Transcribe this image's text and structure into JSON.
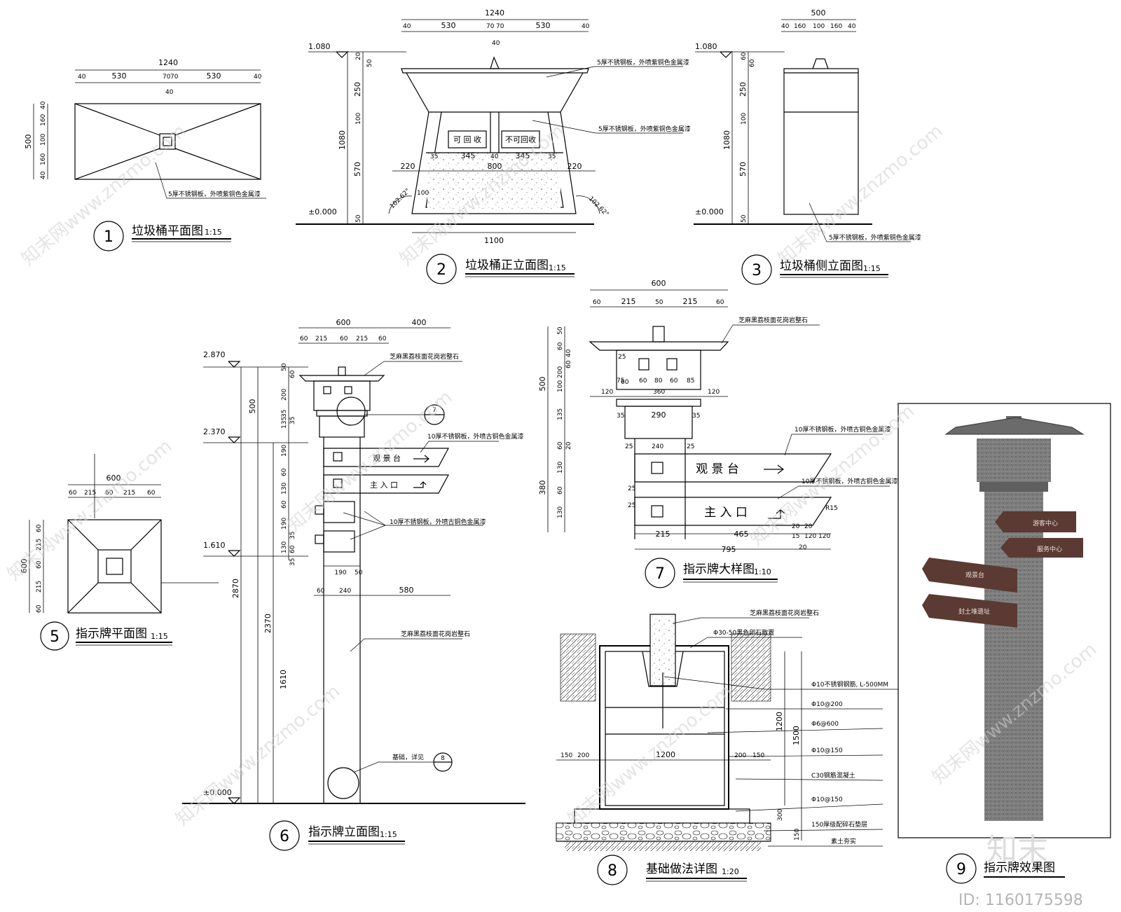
{
  "drawings": {
    "d1": {
      "num": "1",
      "title": "垃圾桶平面图",
      "scale": "1:15",
      "dims": [
        "1240",
        "40",
        "530",
        "70",
        "70",
        "530",
        "40",
        "40",
        "500",
        "40",
        "160",
        "100",
        "160",
        "40"
      ],
      "note": "5厚不锈钢板，外喷紫铜色金属漆"
    },
    "d2": {
      "num": "2",
      "title": "垃圾桶正立面图",
      "scale": "1:15",
      "top_dims": [
        "1240",
        "40",
        "530",
        "70",
        "70",
        "530",
        "40",
        "40"
      ],
      "v_dims": [
        "1080",
        "20",
        "50",
        "250",
        "100",
        "570",
        "50"
      ],
      "levels": [
        "1.080",
        "±0.000"
      ],
      "labels": [
        "可 回 收",
        "不可回收"
      ],
      "inner_dims": [
        "35",
        "345",
        "40",
        "345",
        "35",
        "220",
        "800",
        "220",
        "100",
        "102.62°",
        "102.62°",
        "1100"
      ],
      "notes": [
        "5厚不锈钢板，外喷紫铜色金属漆",
        "5厚不锈钢板，外喷紫铜色金属漆"
      ]
    },
    "d3": {
      "num": "3",
      "title": "垃圾桶侧立面图",
      "scale": "1:15",
      "top_dims": [
        "500",
        "40",
        "160",
        "100",
        "160",
        "40"
      ],
      "v_dims": [
        "1080",
        "60",
        "60",
        "250",
        "100",
        "570",
        "50"
      ],
      "levels": [
        "1.080",
        "±0.000"
      ],
      "note": "5厚不锈钢板，外喷紫铜色金属漆"
    },
    "d5": {
      "num": "5",
      "title": "指示牌平面图",
      "scale": "1:15",
      "dims": [
        "600",
        "60",
        "215",
        "60",
        "215",
        "60",
        "600",
        "60",
        "215",
        "60",
        "215",
        "60"
      ]
    },
    "d6": {
      "num": "6",
      "title": "指示牌立面图",
      "scale": "1:15",
      "top_dims": [
        "600",
        "400",
        "60",
        "215",
        "60",
        "215",
        "60"
      ],
      "levels": [
        "2.870",
        "2.370",
        "1.610",
        "±0.000"
      ],
      "v_dims": [
        "500",
        "2870",
        "2370",
        "1610",
        "50",
        "60",
        "200",
        "35",
        "135",
        "35",
        "190",
        "60",
        "130",
        "60",
        "190",
        "130",
        "35",
        "60",
        "35"
      ],
      "bottom_dims": [
        "190",
        "50",
        "60",
        "240",
        "580"
      ],
      "signs": [
        "观 景 台",
        "主 入 口"
      ],
      "notes": [
        "芝麻黑荔枝面花岗岩整石",
        "10厚不锈钢板，外喷古铜色金属漆",
        "10厚不锈钢板，外喷古铜色金属漆",
        "芝麻黑荔枝面花岗岩整石",
        "基础，详见"
      ],
      "callouts": [
        "7",
        "8"
      ]
    },
    "d7": {
      "num": "7",
      "title": "指示牌大样图",
      "scale": "1:10",
      "top_dims": [
        "600",
        "60",
        "215",
        "50",
        "215",
        "60"
      ],
      "v_dims": [
        "500",
        "50",
        "60",
        "40",
        "200",
        "60",
        "100",
        "135",
        "60",
        "20",
        "130",
        "60",
        "380",
        "130"
      ],
      "mid_dims": [
        "25",
        "60",
        "75",
        "60",
        "80",
        "60",
        "85",
        "120",
        "360",
        "120",
        "35",
        "290",
        "35",
        "25",
        "240",
        "25"
      ],
      "bottom_dims": [
        "215",
        "465",
        "795",
        "20",
        "20",
        "15",
        "120",
        "120",
        "20",
        "R15",
        "25",
        "25"
      ],
      "signs": [
        "观 景 台",
        "主 入 口"
      ],
      "notes": [
        "芝麻黑荔枝面花岗岩整石",
        "10厚不锈钢板，外喷古铜色金属漆",
        "10厚不锈钢板，外喷古铜色金属漆"
      ]
    },
    "d8": {
      "num": "8",
      "title": "基础做法详图",
      "scale": "1:20",
      "dims": [
        "150",
        "200",
        "1200",
        "200",
        "150",
        "1200",
        "1500",
        "300",
        "150"
      ],
      "notes": [
        "芝麻黑荔枝面花岗岩整石",
        "Φ30-50黑色卵石散置",
        "Φ10不锈钢钢筋, L-500MM",
        "Φ10@200",
        "Φ6@600",
        "Φ10@150",
        "C30钢筋混凝土",
        "Φ10@150",
        "150厚级配碎石垫层",
        "素土夯实"
      ]
    },
    "d9": {
      "num": "9",
      "title": "指示牌效果图",
      "sign_texts": [
        "观景台",
        "封土堆遗址",
        "游客中心",
        "服务中心"
      ]
    }
  },
  "watermark": {
    "text": "知末网www.znzmo.com",
    "logo": "知末",
    "id_label": "ID: 1160175598"
  },
  "colors": {
    "line": "#000000",
    "stone": "#7a7a7a",
    "sign": "#5a3a32",
    "watermark": "#cfcfcf"
  }
}
